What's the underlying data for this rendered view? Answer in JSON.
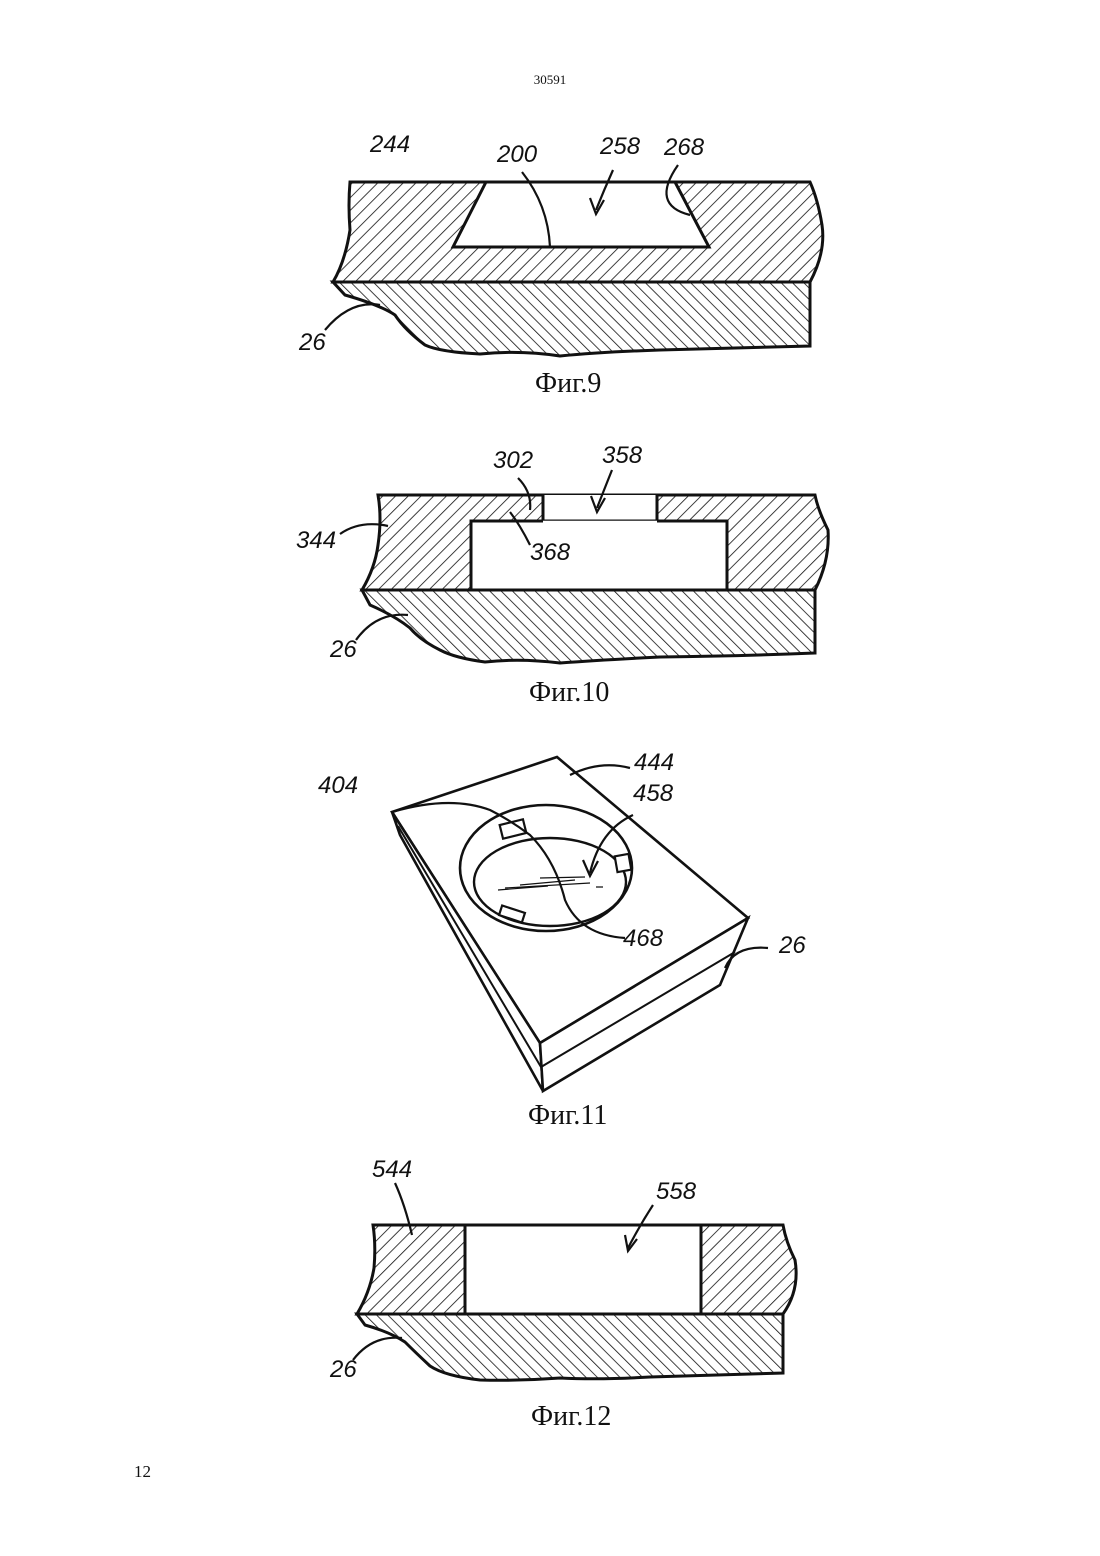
{
  "document": {
    "number": "30591",
    "page": "12"
  },
  "figures": [
    {
      "id": "fig9",
      "caption": "Фиг.9",
      "labels": [
        "244",
        "200",
        "258",
        "268",
        "26"
      ]
    },
    {
      "id": "fig10",
      "caption": "Фиг.10",
      "labels": [
        "302",
        "358",
        "344",
        "368",
        "26"
      ]
    },
    {
      "id": "fig11",
      "caption": "Фиг.11",
      "labels": [
        "444",
        "404",
        "458",
        "468",
        "26"
      ]
    },
    {
      "id": "fig12",
      "caption": "Фиг.12",
      "labels": [
        "544",
        "558",
        "26"
      ]
    }
  ]
}
